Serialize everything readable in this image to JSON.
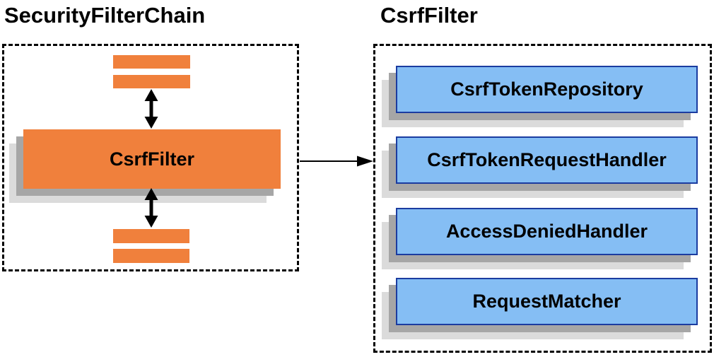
{
  "diagram": {
    "left_panel": {
      "title": "SecurityFilterChain",
      "filter_box_label": "CsrfFilter"
    },
    "right_panel": {
      "title": "CsrfFilter",
      "components": [
        {
          "label": "CsrfTokenRepository"
        },
        {
          "label": "CsrfTokenRequestHandler"
        },
        {
          "label": "AccessDeniedHandler"
        },
        {
          "label": "RequestMatcher"
        }
      ]
    },
    "colors": {
      "orange": "#F0803C",
      "blue_fill": "#85BEF4",
      "blue_border": "#1B3CA0",
      "shadow_dark": "#A6A6A6",
      "shadow_light": "#DBDBDB",
      "arrow": "#000000"
    }
  }
}
